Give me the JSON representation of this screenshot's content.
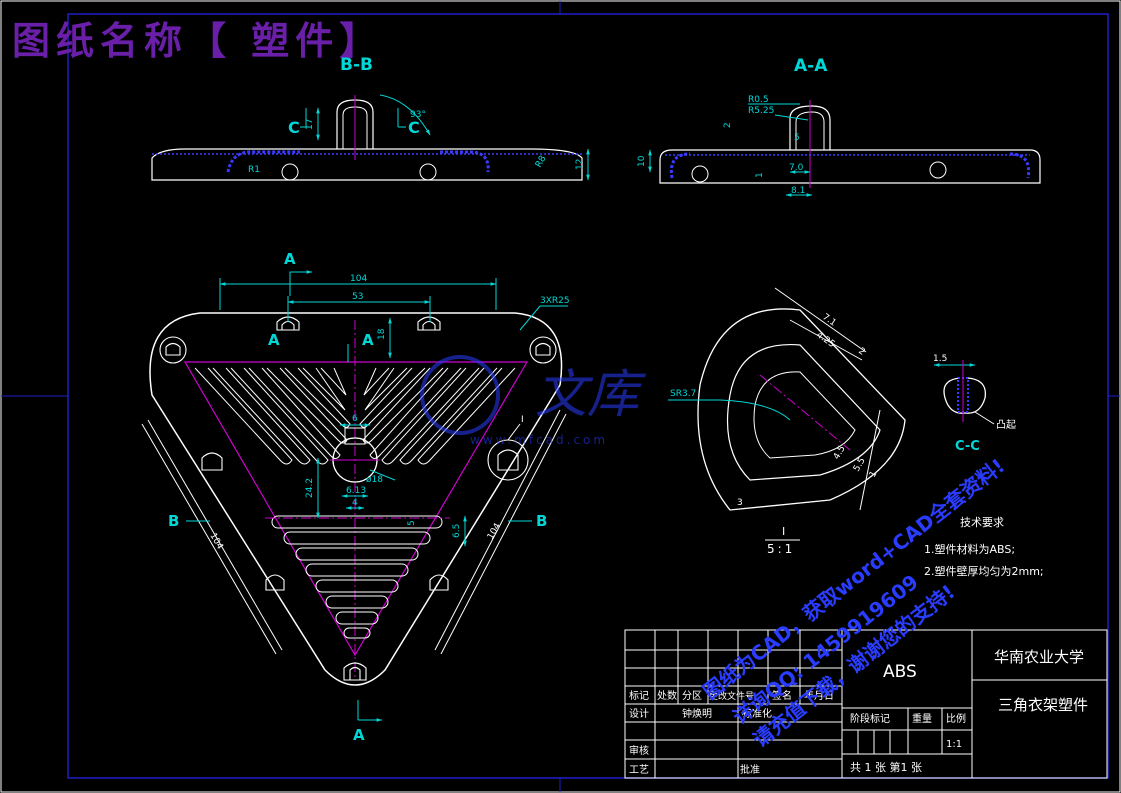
{
  "header": {
    "title": "图纸名称【 塑件】"
  },
  "views": {
    "section_bb": {
      "label": "B-B",
      "cut_c_left": "C",
      "cut_c_right": "C",
      "dim_17": "17",
      "angle": "93°",
      "r1": "R1",
      "r8": "R8",
      "dim_12": "12"
    },
    "section_aa": {
      "label": "A-A",
      "r05": "R0.5",
      "r525": "R5.25",
      "dim_2": "2",
      "dim_5": "5",
      "dim_10": "10",
      "dim_1": "1",
      "dim_70": "7.0",
      "dim_81": "8.1"
    },
    "main_view": {
      "cut_a_top": "A",
      "cut_a_bottom": "A",
      "cut_a_left": "A",
      "cut_a_mid": "A",
      "cut_b_left": "B",
      "cut_b_right": "B",
      "dim_104_top": "104",
      "dim_53": "53",
      "dim_18": "18",
      "radius_note": "3XR25",
      "dim_6": "6",
      "dia_18": "ø18",
      "dim_242": "24.2",
      "dim_613": "6.13",
      "dim_4": "4",
      "dim_5": "5",
      "dim_65": "6.5",
      "dim_104_left": "104",
      "dim_104_right": "104",
      "detail_ref": "I"
    },
    "detail_view": {
      "dim_71": "7.1",
      "dim_425": "4.25",
      "dim_2": "2",
      "sr": "SR3.7",
      "dim_45": "4.5",
      "dim_55": "5.5",
      "dim_3": "3",
      "dim_1": "1",
      "label": "I",
      "scale": "5:1"
    },
    "section_cc": {
      "dim_15": "1.5",
      "label": "C-C",
      "note": "凸起"
    }
  },
  "tech_requirements": {
    "title": "技术要求",
    "items": [
      "1.塑件材料为ABS;",
      "2.塑件壁厚均匀为2mm;"
    ]
  },
  "title_block": {
    "material": "ABS",
    "school": "华南农业大学",
    "part_name": "三角衣架塑件",
    "headers": [
      "标记",
      "处数",
      "分区",
      "更改文件号",
      "签名",
      "年月日"
    ],
    "design_label": "设计",
    "designer": "钟焕明",
    "std_label": "标准化",
    "stage_label": "阶段标记",
    "weight_label": "重量",
    "scale_label": "比例",
    "scale_value": "1:1",
    "review_label": "审核",
    "process_label": "工艺",
    "approve_label": "批准",
    "sheet_info": "共 1 张 第1 张"
  },
  "watermark": {
    "logo_text": "文库",
    "url": "www.mfcad.com",
    "lines": [
      "图纸为CAD，获取word+CAD全套资料!",
      "详询QQ: 1459919609",
      "请充值下载，谢谢您的支持!"
    ]
  },
  "colors": {
    "background": "#000000",
    "outline": "#ffffff",
    "dimension": "#00d8d8",
    "centerline": "#d000d0",
    "frame": "#1e1ec8",
    "title_text": "#6a1fa8",
    "watermark": "#2a3cff"
  }
}
